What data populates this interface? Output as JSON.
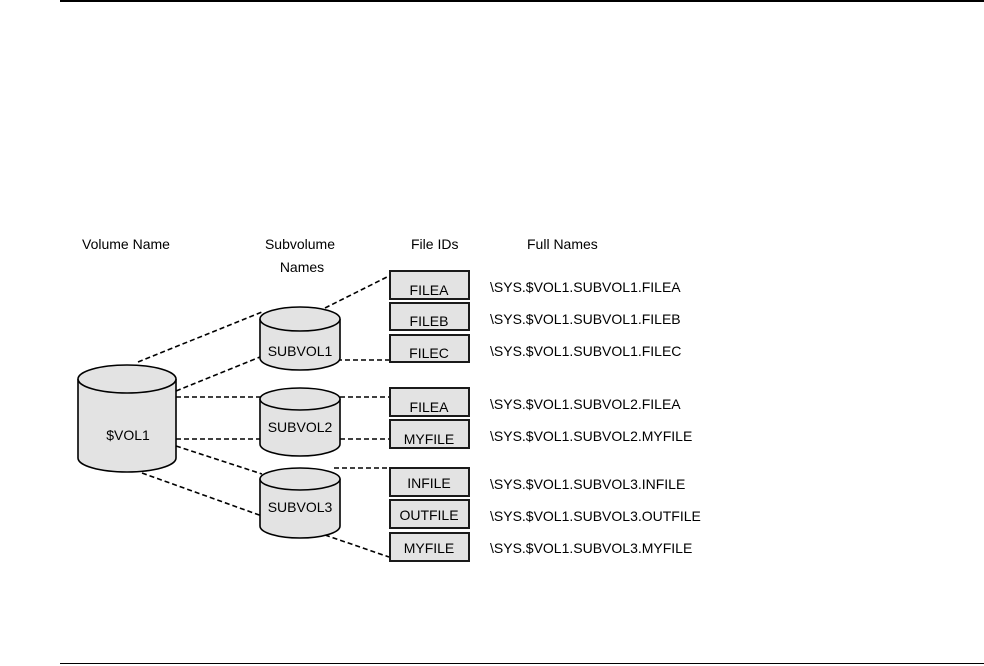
{
  "headers": {
    "volume": "Volume Name",
    "subvolume_line1": "Subvolume",
    "subvolume_line2": "Names",
    "file_ids": "File IDs",
    "full_names": "Full Names"
  },
  "volume": {
    "name": "$VOL1"
  },
  "subvolumes": [
    {
      "name": "SUBVOL1"
    },
    {
      "name": "SUBVOL2"
    },
    {
      "name": "SUBVOL3"
    }
  ],
  "files": [
    {
      "id": "FILEA",
      "subvolume": "SUBVOL1",
      "full_name": "\\SYS.$VOL1.SUBVOL1.FILEA"
    },
    {
      "id": "FILEB",
      "subvolume": "SUBVOL1",
      "full_name": "\\SYS.$VOL1.SUBVOL1.FILEB"
    },
    {
      "id": "FILEC",
      "subvolume": "SUBVOL1",
      "full_name": "\\SYS.$VOL1.SUBVOL1.FILEC"
    },
    {
      "id": "FILEA",
      "subvolume": "SUBVOL2",
      "full_name": "\\SYS.$VOL1.SUBVOL2.FILEA"
    },
    {
      "id": "MYFILE",
      "subvolume": "SUBVOL2",
      "full_name": "\\SYS.$VOL1.SUBVOL2.MYFILE"
    },
    {
      "id": "INFILE",
      "subvolume": "SUBVOL3",
      "full_name": "\\SYS.$VOL1.SUBVOL3.INFILE"
    },
    {
      "id": "OUTFILE",
      "subvolume": "SUBVOL3",
      "full_name": "\\SYS.$VOL1.SUBVOL3.OUTFILE"
    },
    {
      "id": "MYFILE",
      "subvolume": "SUBVOL3",
      "full_name": "\\SYS.$VOL1.SUBVOL3.MYFILE"
    }
  ],
  "colors": {
    "shape_fill": "#e3e3e3",
    "stroke": "#000000"
  }
}
